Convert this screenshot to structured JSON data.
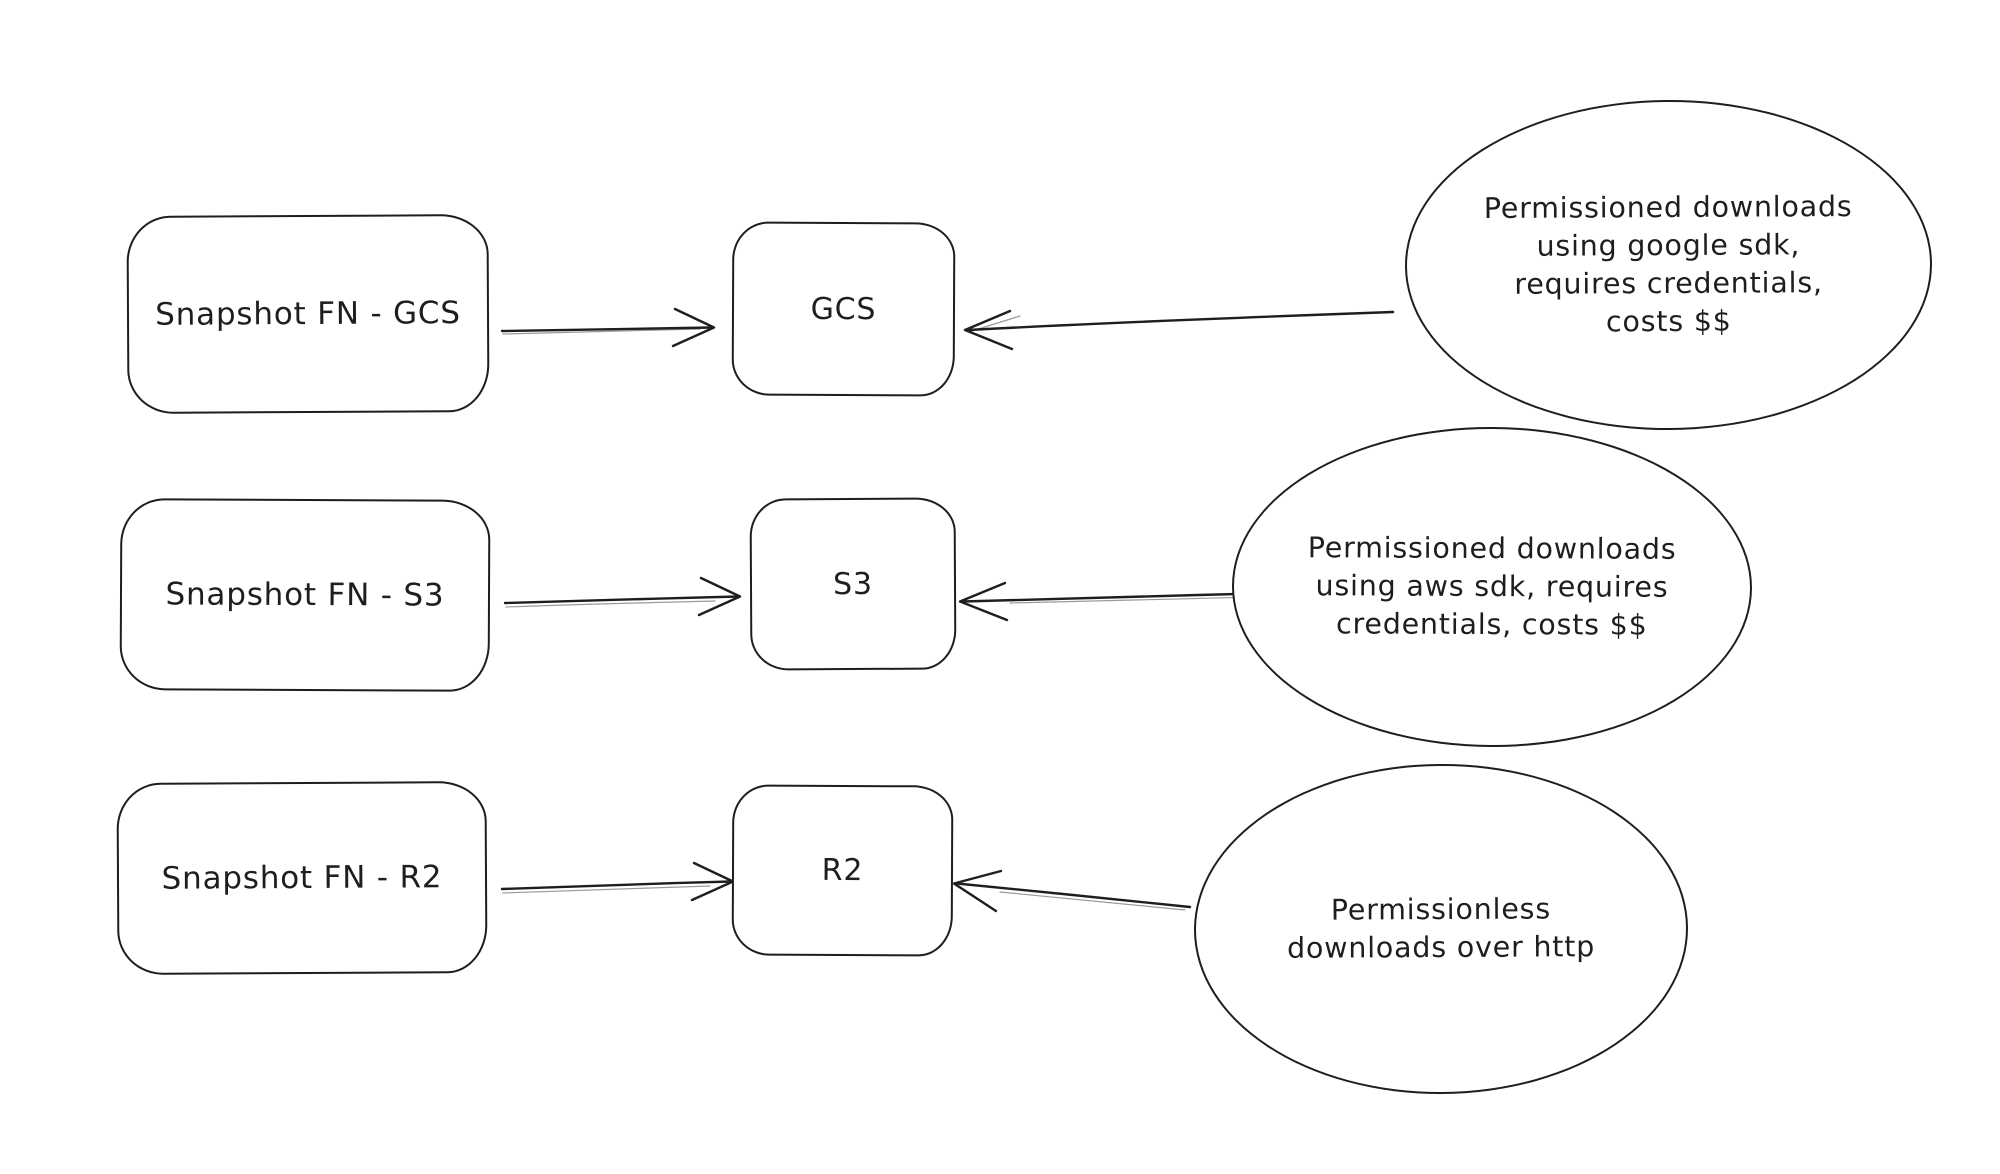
{
  "diagram": {
    "style": {
      "background_color": "#ffffff",
      "stroke_color": "#1e1e1e",
      "text_color": "#1e1e1e"
    },
    "rows": [
      {
        "source_label": "Snapshot FN - GCS",
        "target_label": "GCS",
        "note_lines": [
          "Permissioned downloads",
          "using google sdk,",
          "requires credentials,",
          "costs $$"
        ]
      },
      {
        "source_label": "Snapshot FN - S3",
        "target_label": "S3",
        "note_lines": [
          "Permissioned downloads",
          "using aws sdk, requires",
          "credentials, costs $$"
        ]
      },
      {
        "source_label": "Snapshot FN - R2",
        "target_label": "R2",
        "note_lines": [
          "Permissionless",
          "downloads over http"
        ]
      }
    ]
  }
}
